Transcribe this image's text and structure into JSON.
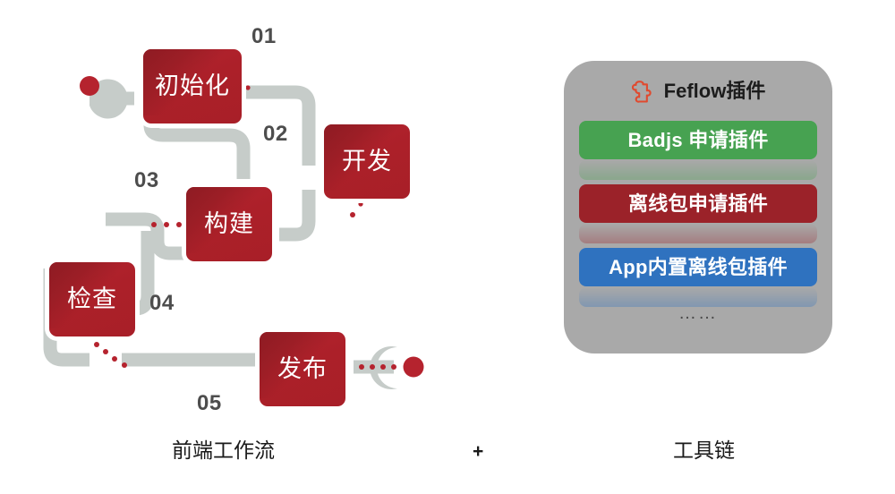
{
  "diagram": {
    "title_absent": true,
    "workflow": {
      "start_marker": "red-dot",
      "end_marker": "red-dot",
      "steps": [
        {
          "num": "01",
          "label": "初始化"
        },
        {
          "num": "02",
          "label": "开发"
        },
        {
          "num": "03",
          "label": "构建"
        },
        {
          "num": "04",
          "label": "检查"
        },
        {
          "num": "05",
          "label": "发布"
        }
      ]
    },
    "toolchain": {
      "icon": "puzzle-piece-icon",
      "title": "Feflow插件",
      "plugins": [
        {
          "label": "Badjs 申请插件",
          "color": "#47a251"
        },
        {
          "label": "离线包申请插件",
          "color": "#9b2229"
        },
        {
          "label": "App内置离线包插件",
          "color": "#2f72bf"
        }
      ],
      "ellipsis": "……"
    },
    "captions": {
      "left": "前端工作流",
      "plus": "+",
      "right": "工具链"
    },
    "colors": {
      "node_red": "#ac2029",
      "node_red_dark": "#8e1b23",
      "ribbon_gray": "#c6ccc9",
      "panel_gray": "#a9a9a9",
      "accent_dot": "#b5232e",
      "number_gray": "#4d4d4d",
      "puzzle_icon": "#e04a2f",
      "background": "#ffffff"
    }
  }
}
